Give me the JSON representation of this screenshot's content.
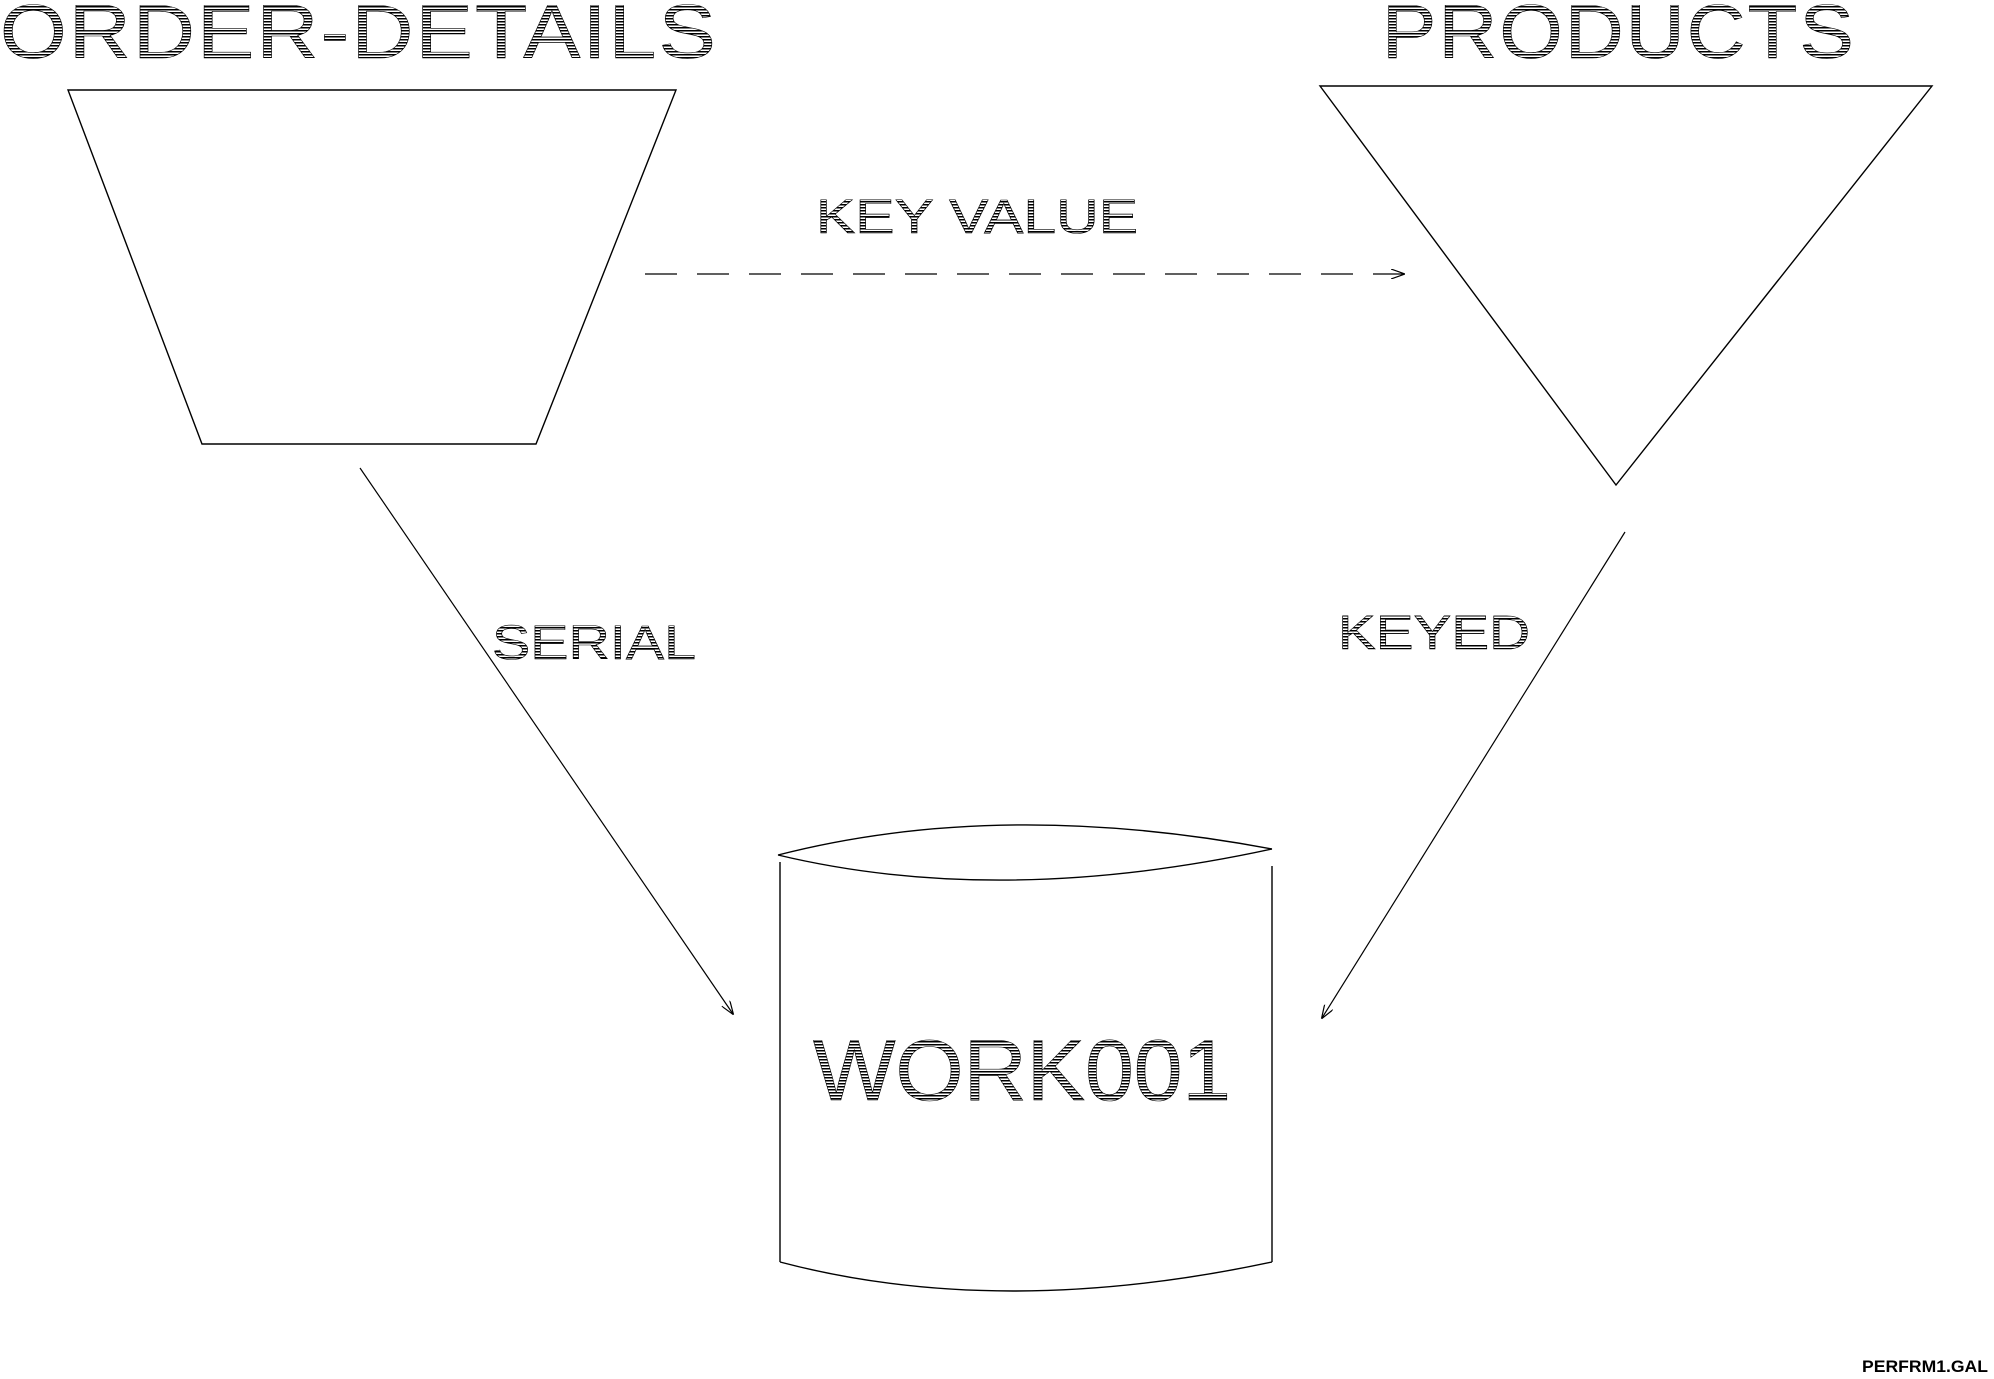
{
  "nodes": {
    "order_details": {
      "label": "ORDER-DETAILS"
    },
    "products": {
      "label": "PRODUCTS"
    },
    "work": {
      "label": "WORK001"
    }
  },
  "edges": {
    "key_value": {
      "label": "KEY VALUE"
    },
    "serial": {
      "label": "SERIAL"
    },
    "keyed": {
      "label": "KEYED"
    }
  },
  "footer": {
    "filename": "PERFRM1.GAL"
  }
}
